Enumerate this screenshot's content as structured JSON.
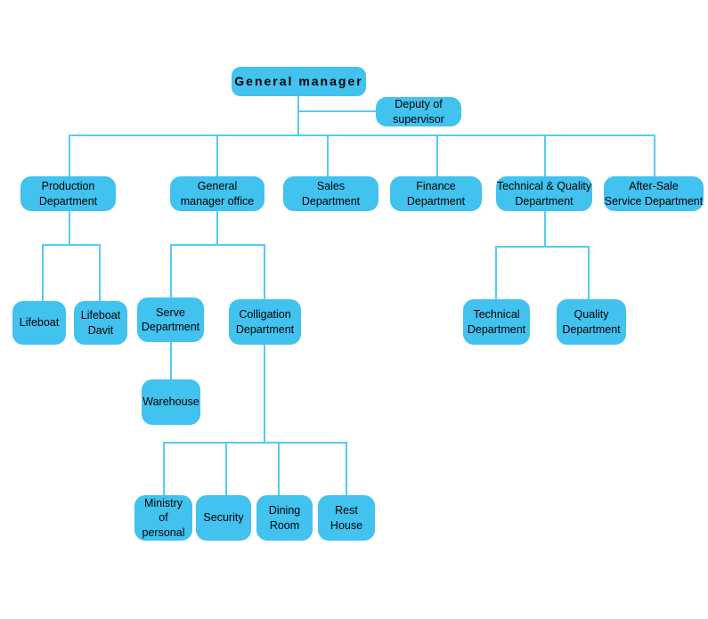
{
  "diagram": {
    "type": "org-chart",
    "colors": {
      "node_fill": "#41c2ef",
      "connector": "#55cbf5",
      "text": "#000000",
      "background": "#ffffff"
    },
    "nodes": {
      "general_manager": {
        "label": "General manager"
      },
      "deputy_supervisor": {
        "label": "Deputy of\nsupervisor"
      },
      "production": {
        "label": "Production\nDepartment"
      },
      "gm_office": {
        "label": "General\nmanager office"
      },
      "sales": {
        "label": "Sales\nDepartment"
      },
      "finance": {
        "label": "Finance\nDepartment"
      },
      "technical_quality": {
        "label": "Technical & Quality\nDepartment"
      },
      "after_sale": {
        "label": "After-Sale\nService Department"
      },
      "lifeboat": {
        "label": "Lifeboat"
      },
      "lifeboat_davit": {
        "label": "Lifeboat\nDavit"
      },
      "serve": {
        "label": "Serve\nDepartment"
      },
      "colligation": {
        "label": "Colligation\nDepartment"
      },
      "technical": {
        "label": "Technical\nDepartment"
      },
      "quality": {
        "label": "Quality\nDepartment"
      },
      "warehouse": {
        "label": "Warehouse"
      },
      "ministry": {
        "label": "Ministry\nof  personal"
      },
      "security": {
        "label": "Security"
      },
      "dining": {
        "label": "Dining\nRoom"
      },
      "rest": {
        "label": "Rest\nHouse"
      }
    },
    "edges": [
      [
        "general_manager",
        "deputy_supervisor"
      ],
      [
        "general_manager",
        "production"
      ],
      [
        "general_manager",
        "gm_office"
      ],
      [
        "general_manager",
        "sales"
      ],
      [
        "general_manager",
        "finance"
      ],
      [
        "general_manager",
        "technical_quality"
      ],
      [
        "general_manager",
        "after_sale"
      ],
      [
        "production",
        "lifeboat"
      ],
      [
        "production",
        "lifeboat_davit"
      ],
      [
        "gm_office",
        "serve"
      ],
      [
        "gm_office",
        "colligation"
      ],
      [
        "serve",
        "warehouse"
      ],
      [
        "colligation",
        "ministry"
      ],
      [
        "colligation",
        "security"
      ],
      [
        "colligation",
        "dining"
      ],
      [
        "colligation",
        "rest"
      ],
      [
        "technical_quality",
        "technical"
      ],
      [
        "technical_quality",
        "quality"
      ]
    ]
  }
}
